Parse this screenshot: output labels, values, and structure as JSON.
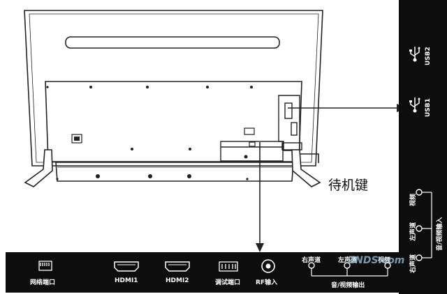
{
  "callout": {
    "standby_key": "待机键"
  },
  "bottom_panel": {
    "ports": [
      {
        "label": "网络端口",
        "icon": "ethernet-port-icon"
      },
      {
        "label": "HDMI1",
        "icon": "hdmi-port-icon"
      },
      {
        "label": "HDMI2",
        "icon": "hdmi-port-icon"
      },
      {
        "label": "调试端口",
        "icon": "debug-port-icon"
      },
      {
        "label": "RF输入",
        "icon": "rf-jack-icon"
      }
    ],
    "av_out": {
      "jacks": [
        "右声道",
        "左声道",
        "视频"
      ],
      "label": "音/视频输出"
    }
  },
  "side_panel": {
    "usb": [
      {
        "label": "USB2",
        "icon": "usb-icon"
      },
      {
        "label": "USB1",
        "icon": "usb-icon"
      }
    ],
    "av_in": {
      "labels": [
        "视频",
        "左声道",
        "右声道"
      ],
      "group_label": "音/视频输入"
    }
  },
  "watermark": "ZNDS.com",
  "colors": {
    "panel": "#0d0d0d",
    "line": "#222222",
    "background": "#ffffff"
  }
}
